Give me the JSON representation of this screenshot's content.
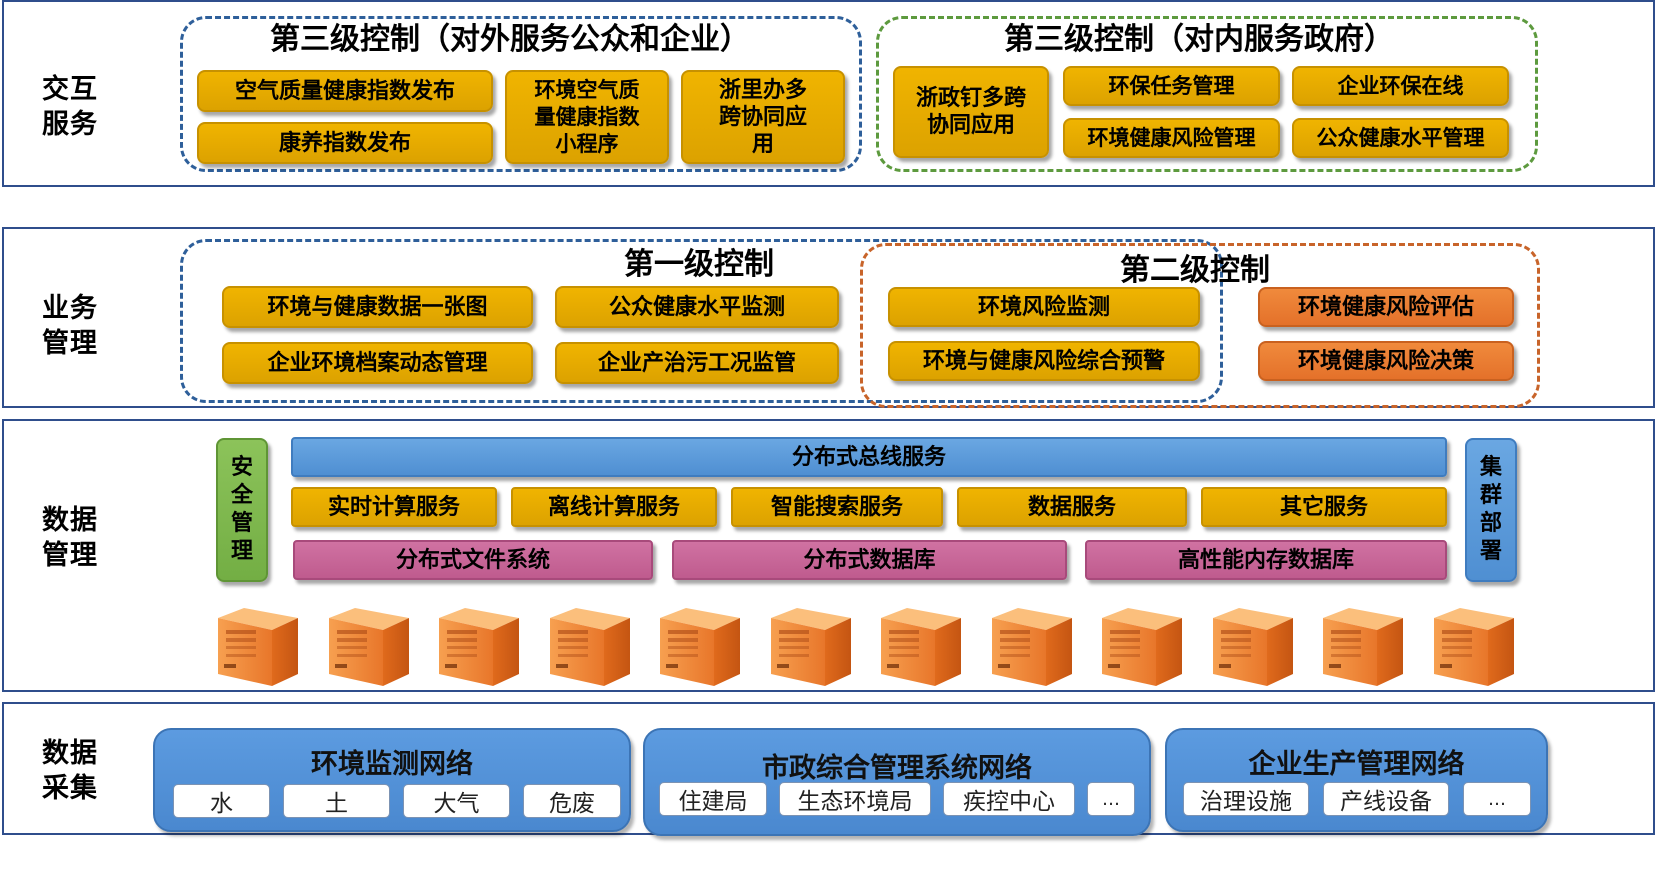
{
  "layers": {
    "interaction": {
      "label": "交互\n服务",
      "external": {
        "title": "第三级控制（对外服务公众和企业）",
        "items": [
          "空气质量健康指数发布",
          "康养指数发布",
          "环境空气质量健康指数小程序",
          "浙里办多跨协同应用"
        ]
      },
      "internal": {
        "title": "第三级控制（对内服务政府）",
        "items": [
          "浙政钉多跨协同应用",
          "环保任务管理",
          "企业环保在线",
          "环境健康风险管理",
          "公众健康水平管理"
        ]
      }
    },
    "business": {
      "label": "业务\n管理",
      "level1": {
        "title": "第一级控制",
        "items": [
          "环境与健康数据一张图",
          "公众健康水平监测",
          "企业环境档案动态管理",
          "企业产治污工况监管"
        ]
      },
      "level2": {
        "title": "第二级控制",
        "items": [
          "环境风险监测",
          "环境与健康风险综合预警",
          "环境健康风险评估",
          "环境健康风险决策"
        ]
      }
    },
    "data_mgmt": {
      "label": "数据\n管理",
      "security": "安全管理",
      "cluster": "集群部署",
      "bus": "分布式总线服务",
      "services": [
        "实时计算服务",
        "离线计算服务",
        "智能搜索服务",
        "数据服务",
        "其它服务"
      ],
      "storage": [
        "分布式文件系统",
        "分布式数据库",
        "高性能内存数据库"
      ],
      "server_count": 12
    },
    "collection": {
      "label": "数据\n采集",
      "networks": [
        {
          "title": "环境监测网络",
          "items": [
            "水",
            "土",
            "大气",
            "危废"
          ]
        },
        {
          "title": "市政综合管理系统网络",
          "items": [
            "住建局",
            "生态环境局",
            "疾控中心",
            "…"
          ]
        },
        {
          "title": "企业生产管理网络",
          "items": [
            "治理设施",
            "产线设备",
            "…"
          ]
        }
      ]
    }
  },
  "colors": {
    "border": "#2f4e8c",
    "gold": "#e8ab00",
    "orange": "#ea7a33",
    "blue": "#5b9bd5",
    "pink": "#c8679a",
    "green": "#7fb84e"
  }
}
